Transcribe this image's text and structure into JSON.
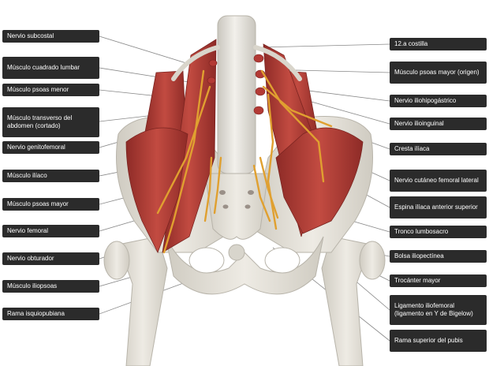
{
  "labels_left": [
    {
      "id": "nervio-subcostal",
      "text": "Nervio subcostal"
    },
    {
      "id": "musculo-cuadrado-lumbar",
      "text": "Músculo cuadrado lumbar"
    },
    {
      "id": "musculo-psoas-menor",
      "text": "Músculo psoas menor"
    },
    {
      "id": "musculo-transverso-abdomen",
      "text": "Músculo transverso del abdomen (cortado)"
    },
    {
      "id": "nervio-genitofemoral",
      "text": "Nervio genitofemoral"
    },
    {
      "id": "musculo-iliaco",
      "text": "Músculo ilíaco"
    },
    {
      "id": "musculo-psoas-mayor-left",
      "text": "Músculo psoas mayor"
    },
    {
      "id": "nervio-femoral",
      "text": "Nervio femoral"
    },
    {
      "id": "nervio-obturador",
      "text": "Nervio obturador"
    },
    {
      "id": "musculo-iliopsoas",
      "text": "Músculo iliopsoas"
    },
    {
      "id": "rama-isquiopubiana",
      "text": "Rama isquiopubiana"
    }
  ],
  "labels_right": [
    {
      "id": "costilla-12",
      "text": "12.a costilla"
    },
    {
      "id": "musculo-psoas-mayor-origen",
      "text": "Músculo psoas mayor (origen)"
    },
    {
      "id": "nervio-iliohipogastrico",
      "text": "Nervio iliohipogástrico"
    },
    {
      "id": "nervio-ilioinguinal",
      "text": "Nervio ilioinguinal"
    },
    {
      "id": "cresta-iliaca",
      "text": "Cresta ilíaca"
    },
    {
      "id": "nervio-cutaneo-femoral-lateral",
      "text": "Nervio cutáneo femoral lateral"
    },
    {
      "id": "espina-iliaca-anterior-superior",
      "text": "Espina ilíaca anterior superior"
    },
    {
      "id": "tronco-lumbosacro",
      "text": "Tronco lumbosacro"
    },
    {
      "id": "bolsa-iliopectinea",
      "text": "Bolsa iliopectínea"
    },
    {
      "id": "trocanter-mayor",
      "text": "Trocánter mayor"
    },
    {
      "id": "ligamento-iliofemoral",
      "text": "Ligamento iliofemoral (ligamento en Y de Bigelow)"
    },
    {
      "id": "rama-superior-pubis",
      "text": "Rama superior del pubis"
    }
  ],
  "colors": {
    "label_bg": "#2b2b2b",
    "label_text": "#ffffff",
    "bone": "#e4e1d8",
    "muscle": "#b5403a",
    "nerve": "#e0a030",
    "leader": "#888888"
  }
}
